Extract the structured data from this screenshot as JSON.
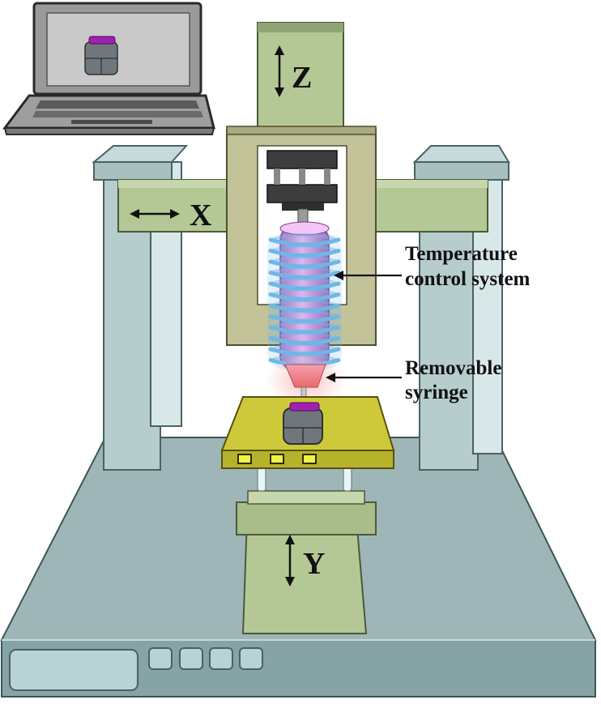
{
  "figure": {
    "axes": {
      "x": "X",
      "y": "Y",
      "z": "Z"
    },
    "annotations": {
      "temperature": [
        "Temperature",
        "control system"
      ],
      "syringe": [
        "Removable",
        "syringe"
      ]
    },
    "icons": {
      "laptop": "laptop-icon",
      "double_arrow": "double-arrow-icon"
    },
    "colors": {
      "frame": "#9fb6b8",
      "frame_light": "#c8dcdd",
      "rail": "#b4c896",
      "carriage": "#c3c39a",
      "platform": "#cdc93a",
      "syringe_magenta": "#d38fd8",
      "coil_blue": "#6fb8e6",
      "nozzle_red": "#f07f7a",
      "indicator_yellow": "#f2f04a"
    }
  }
}
